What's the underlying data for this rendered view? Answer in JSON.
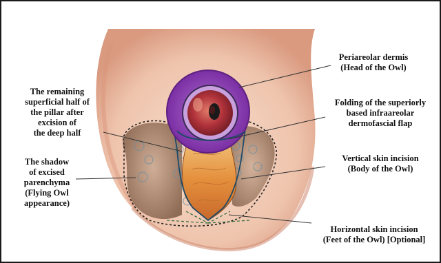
{
  "labels": {
    "periareolar_l1": "Periareolar dermis",
    "periareolar_l2": "(Head of the Owl)",
    "remaining_l1": "The remaining",
    "remaining_l2": "superficial half of",
    "remaining_l3": "the pillar after",
    "remaining_l4": "excision of",
    "remaining_l5": "the deep half",
    "folding_l1": "Folding of the superiorly",
    "folding_l2": "based infraareolar",
    "folding_l3": "dermofascial flap",
    "shadow_l1": "The shadow",
    "shadow_l2": "of excised",
    "shadow_l3": "parenchyma",
    "shadow_l4": "(Flying Owl",
    "shadow_l5": "appearance)",
    "vertical_l1": "Vertical skin incision",
    "vertical_l2": "(Body of the Owl)",
    "horizontal_l1": "Horizontal skin incision",
    "horizontal_l2": "(Feet of the Owl) [Optional]"
  },
  "colors": {
    "skin": "#f3d2c0",
    "skin_shade": "#d99a80",
    "areola": "#8e3fb3",
    "nipple": "#b0323a",
    "flap": "#e9a04c",
    "parenchyma_shadow": "#8a6a55",
    "incision_line": "#1f4a66"
  }
}
